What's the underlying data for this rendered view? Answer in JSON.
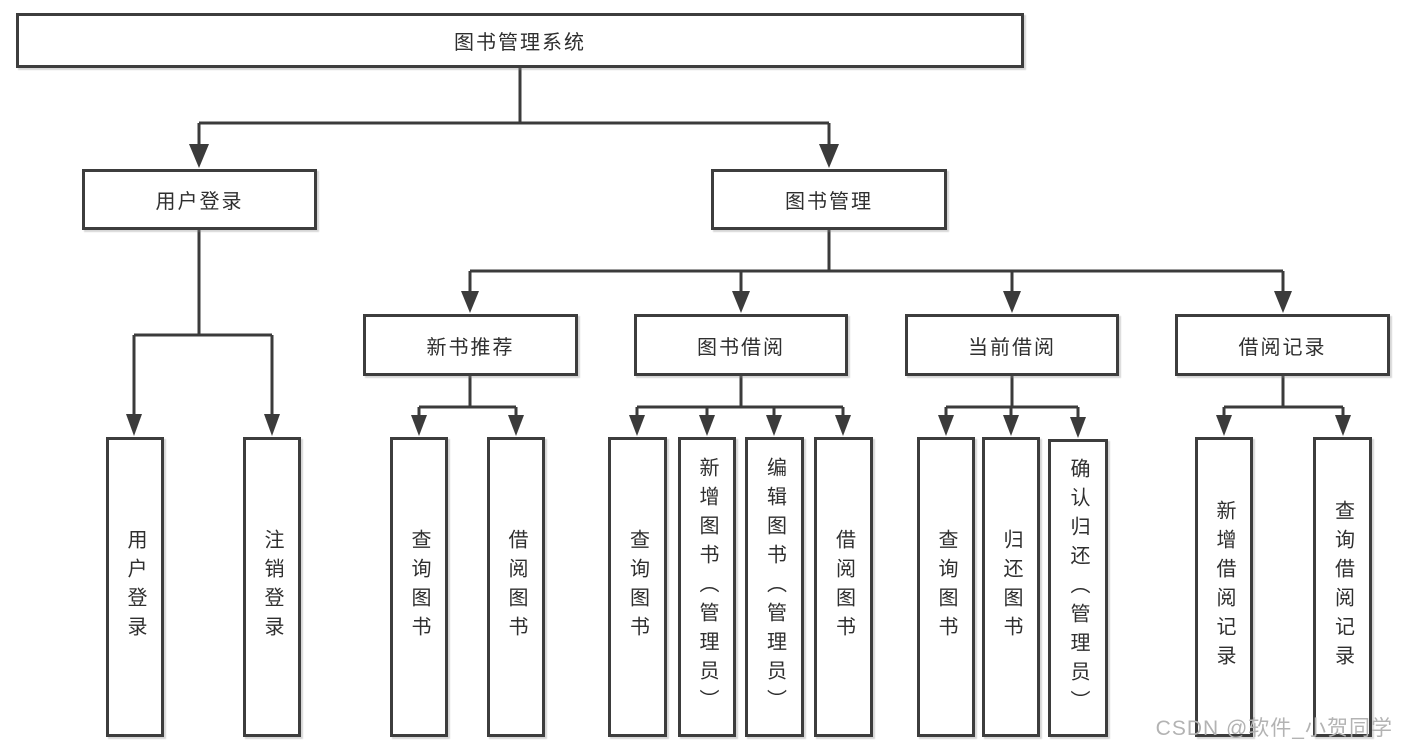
{
  "tree": {
    "label": "图书管理系统",
    "children": [
      {
        "label": "用户登录",
        "children": [
          {
            "label": "用户登录"
          },
          {
            "label": "注销登录"
          }
        ]
      },
      {
        "label": "图书管理",
        "children": [
          {
            "label": "新书推荐",
            "children": [
              {
                "label": "查询图书"
              },
              {
                "label": "借阅图书"
              }
            ]
          },
          {
            "label": "图书借阅",
            "children": [
              {
                "label": "查询图书"
              },
              {
                "label": "新增图书（管理员）"
              },
              {
                "label": "编辑图书（管理员）"
              },
              {
                "label": "借阅图书"
              }
            ]
          },
          {
            "label": "当前借阅",
            "children": [
              {
                "label": "查询图书"
              },
              {
                "label": "归还图书"
              },
              {
                "label": "确认归还（管理员）"
              }
            ]
          },
          {
            "label": "借阅记录",
            "children": [
              {
                "label": "新增借阅记录"
              },
              {
                "label": "查询借阅记录"
              }
            ]
          }
        ]
      }
    ]
  },
  "watermark": {
    "text": "CSDN @软件_小贺同学"
  },
  "colors": {
    "line": "#3b3b3b",
    "border": "#3d3d3d",
    "text": "#2f2f2f",
    "watermark": "#b3b3b3",
    "background": "#ffffff"
  }
}
